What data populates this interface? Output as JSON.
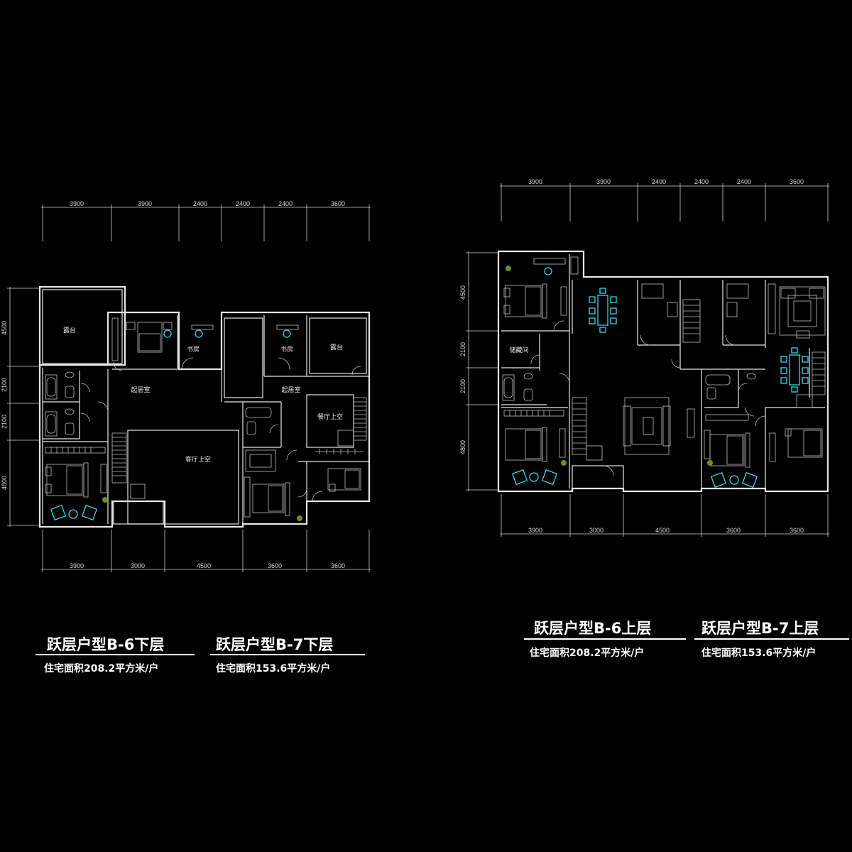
{
  "plans": [
    {
      "id": "b6-b7-lower",
      "title_b6": "跃层户型B-6下层",
      "area_b6": "住宅面积208.2平方米/户",
      "title_b7": "跃层户型B-7下层",
      "area_b7": "住宅面积153.6平方米/户",
      "top_dims": [
        "3900",
        "3900",
        "2400",
        "2400",
        "2400",
        "3600"
      ],
      "bottom_dims": [
        "3900",
        "3000",
        "4500",
        "3600",
        "3600"
      ],
      "left_dims": [
        "4500",
        "2100",
        "2100",
        "4800"
      ],
      "rooms": {
        "terrace_left": "露台",
        "study_1": "书房",
        "study_2": "书房",
        "terrace_right": "露台",
        "living_1": "起居室",
        "living_2": "起居室",
        "dining_void": "餐厅上空",
        "living_void": "客厅上空"
      }
    },
    {
      "id": "b6-b7-upper",
      "title_b6": "跃层户型B-6上层",
      "area_b6": "住宅面积208.2平方米/户",
      "title_b7": "跃层户型B-7上层",
      "area_b7": "住宅面积153.6平方米/户",
      "top_dims": [
        "3900",
        "3900",
        "2400",
        "2400",
        "2400",
        "3600"
      ],
      "bottom_dims": [
        "3900",
        "3000",
        "4500",
        "3600",
        "3600"
      ],
      "left_dims": [
        "4500",
        "2100",
        "2100",
        "4800"
      ],
      "rooms": {
        "storage": "储藏间"
      }
    }
  ],
  "colors": {
    "background": "#000000",
    "lines": "#e6e6e6",
    "furniture_accent": "#35d6e6",
    "plant": "#6b8e23",
    "text": "#ffffff"
  }
}
